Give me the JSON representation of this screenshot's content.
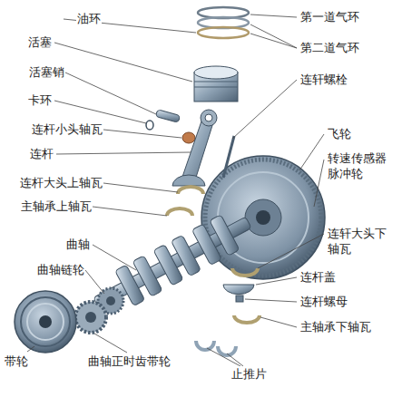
{
  "diagram": {
    "labels": [
      "油环",
      "活塞",
      "活塞销",
      "卡环",
      "连杆小头轴瓦",
      "连杆",
      "连杆大头上轴瓦",
      "主轴承上轴瓦",
      "曲轴",
      "曲轴链轮",
      "带轮",
      "曲轴正时齿带轮",
      "止推片",
      "第一道气环",
      "第二道气环",
      "连轩螺栓",
      "飞轮",
      "转速传感器 脉冲轮",
      "连轩大头下 轴瓦",
      "连杆盖",
      "连杆螺母",
      "主轴承下轴瓦"
    ]
  }
}
